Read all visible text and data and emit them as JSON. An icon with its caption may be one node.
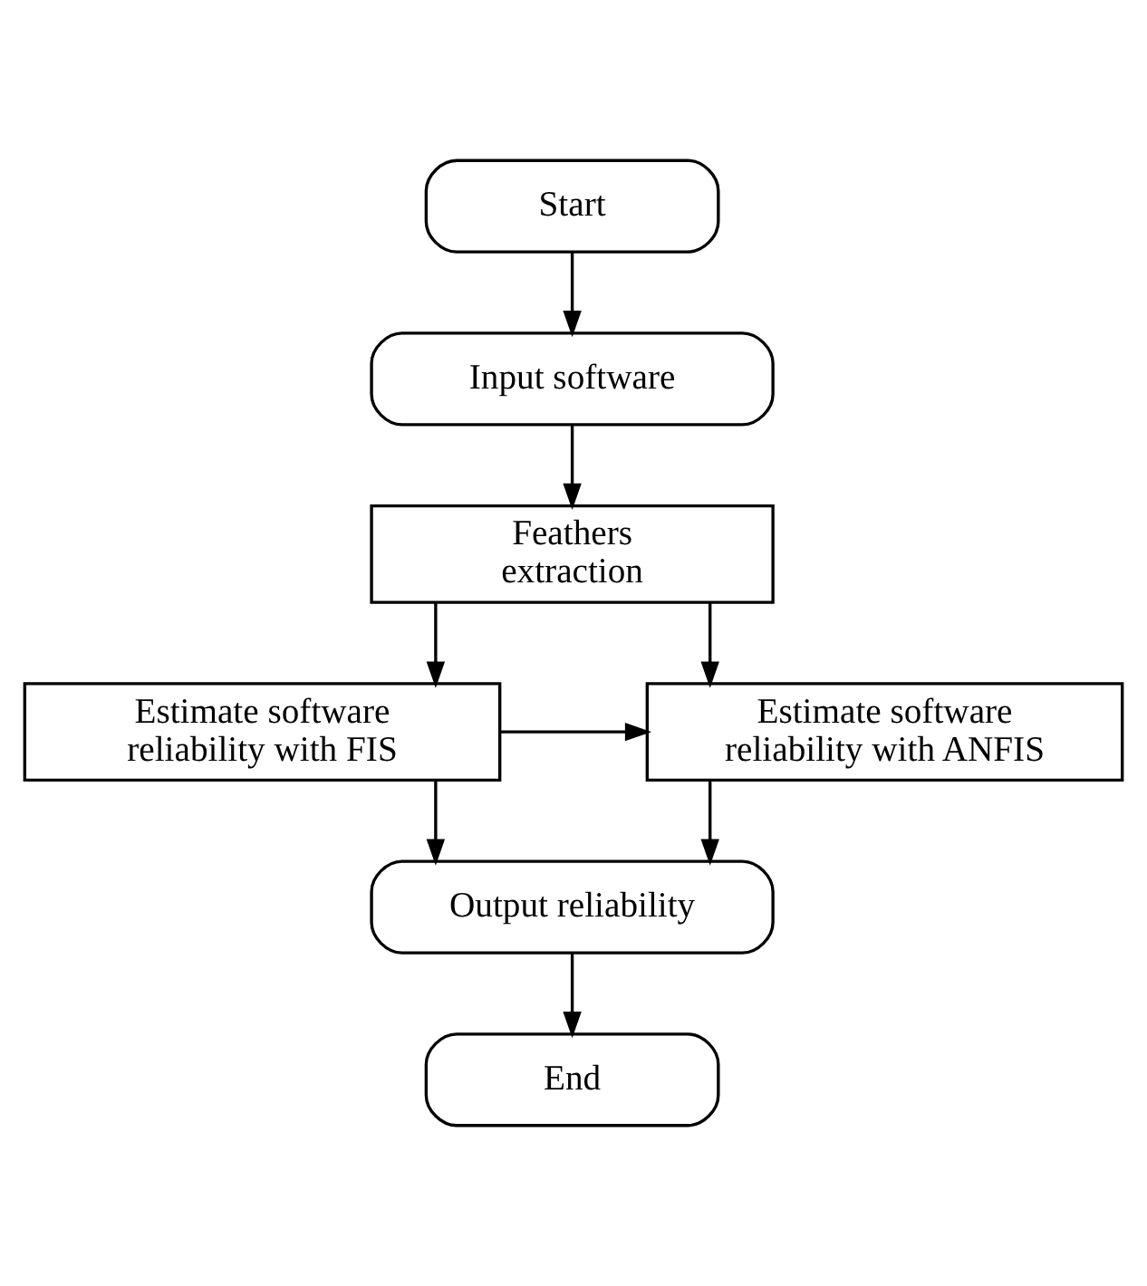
{
  "diagram": {
    "nodes": [
      {
        "text": [
          "Start"
        ]
      },
      {
        "text": [
          "Input software"
        ]
      },
      {
        "text": [
          "Feathers extraction"
        ]
      },
      {
        "text": [
          "Estimate software reliability with FIS"
        ]
      },
      {
        "text": [
          "Estimate software reliability with ANFIS"
        ]
      },
      {
        "text": [
          "Output reliability"
        ]
      },
      {
        "text": [
          "End"
        ]
      }
    ],
    "edges": [
      {
        "from": 0,
        "to": 1,
        "arrow": "to"
      },
      {
        "from": 1,
        "to": 2,
        "arrow": "to"
      },
      {
        "from": 2,
        "to": 3,
        "arrow": "to"
      },
      {
        "from": 2,
        "to": 4,
        "arrow": "to"
      },
      {
        "from": 3,
        "to": 4,
        "arrow": "to"
      },
      {
        "from": 3,
        "to": 5,
        "arrow": "to"
      },
      {
        "from": 4,
        "to": 5,
        "arrow": "to"
      },
      {
        "from": 5,
        "to": 6,
        "arrow": "to"
      }
    ]
  }
}
